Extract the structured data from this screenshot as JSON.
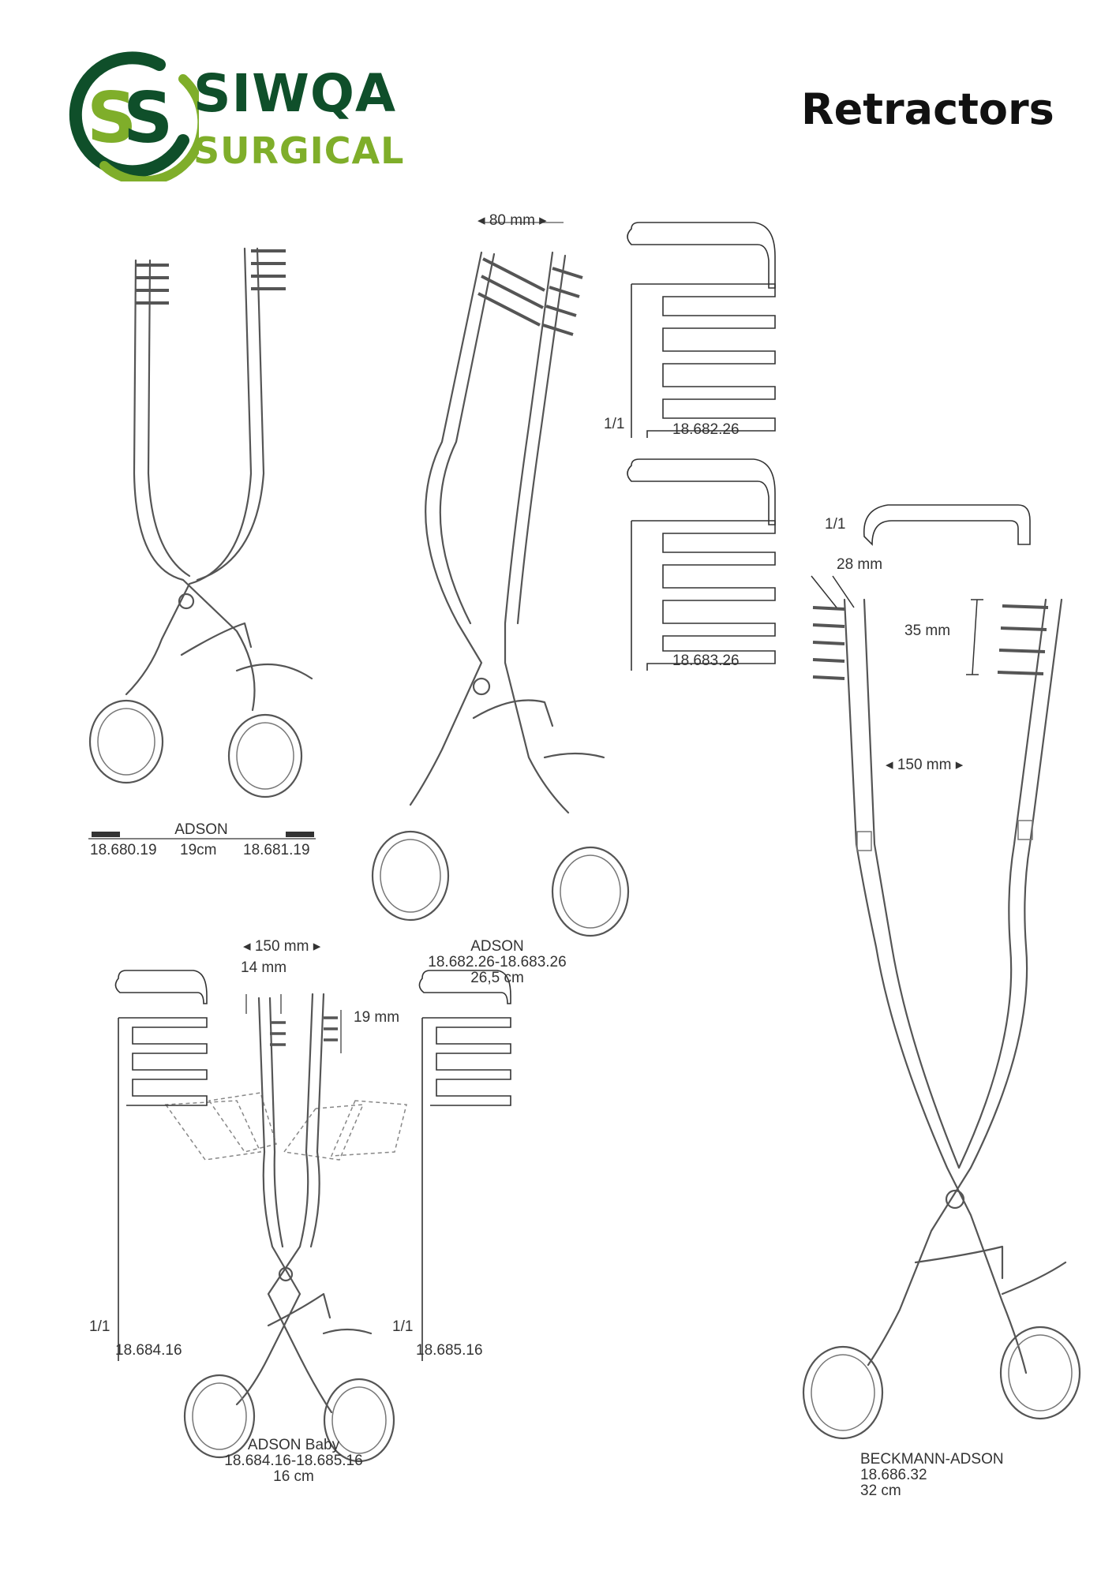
{
  "brand": {
    "name": "SIWQA",
    "sub": "SURGICAL",
    "monogram": "SS",
    "colors": {
      "dark_green": "#0f4f2a",
      "light_green": "#7fae2a"
    }
  },
  "page": {
    "title": "Retractors"
  },
  "items": {
    "adson_small": {
      "name": "ADSON",
      "code_left": "18.680.19",
      "size": "19cm",
      "code_right": "18.681.19"
    },
    "adson_large": {
      "name": "ADSON",
      "codes": "18.682.26-18.683.26",
      "size": "26,5 cm",
      "dim_width": "80 mm",
      "detail_a": "18.682.26",
      "detail_b": "18.683.26",
      "scale": "1/1"
    },
    "adson_baby": {
      "name": "ADSON Baby",
      "codes": "18.684.16-18.685.16",
      "size": "16 cm",
      "dim_spread": "150 mm",
      "dim_width": "14 mm",
      "dim_depth": "19 mm",
      "detail_a": "18.684.16",
      "detail_b": "18.685.16",
      "scale": "1/1"
    },
    "beckmann_adson": {
      "name": "BECKMANN-ADSON",
      "code": "18.686.32",
      "size": "32 cm",
      "dim_width": "28 mm",
      "dim_depth": "35 mm",
      "dim_spread": "150 mm",
      "scale": "1/1"
    }
  }
}
